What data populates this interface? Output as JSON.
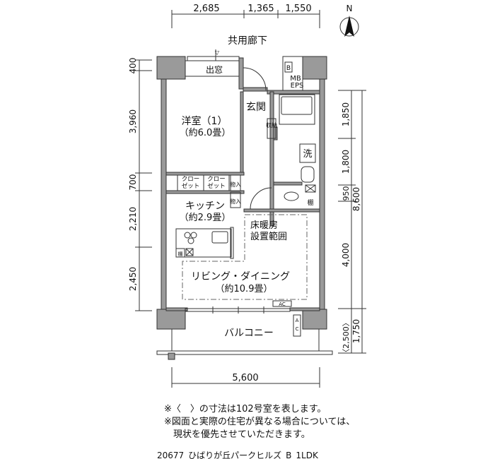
{
  "title_corridor": "共用廊下",
  "compass_label": "N",
  "dimensions": {
    "top": [
      "2,685",
      "1,365",
      "1,550"
    ],
    "left": [
      "400",
      "3,960",
      "700",
      "2,210",
      "2,450"
    ],
    "right": [
      "1,850",
      "1,800",
      "950",
      "4,000",
      "〈2,500〉",
      "1,750"
    ],
    "right_total": "8,600",
    "bottom": "5,600"
  },
  "rooms": {
    "bay_window": "出窓",
    "western_room": "洋室（1）",
    "western_room_size": "（約6.0畳）",
    "entrance": "玄関",
    "storage": "収納",
    "wash": "洗",
    "closet1": "クロー ゼット",
    "closet2": "クロー ゼット",
    "storage_a": "物入",
    "storage_b": "物入",
    "shelf": "棚",
    "kitchen": "キッチン",
    "kitchen_size": "（約2.9畳）",
    "kitchen_shelf": "棚",
    "floor_heating": "床暖房",
    "floor_heating2": "設置範囲",
    "living": "リビング・ダイニング",
    "living_size": "（約10.9畳）",
    "ac_indoor": "AC",
    "ac_outdoor": "AC",
    "balcony": "バルコニー",
    "mb": "MB",
    "eps": "EPS",
    "b": "B"
  },
  "notes": [
    "※〈　〉の寸法は102号室を表します。",
    "※図面と実際の住宅が異なる場合については、",
    "　現状を優先させていただきます。"
  ],
  "caption": "20677_ひばりが丘パークヒルズ_B_1LDK"
}
